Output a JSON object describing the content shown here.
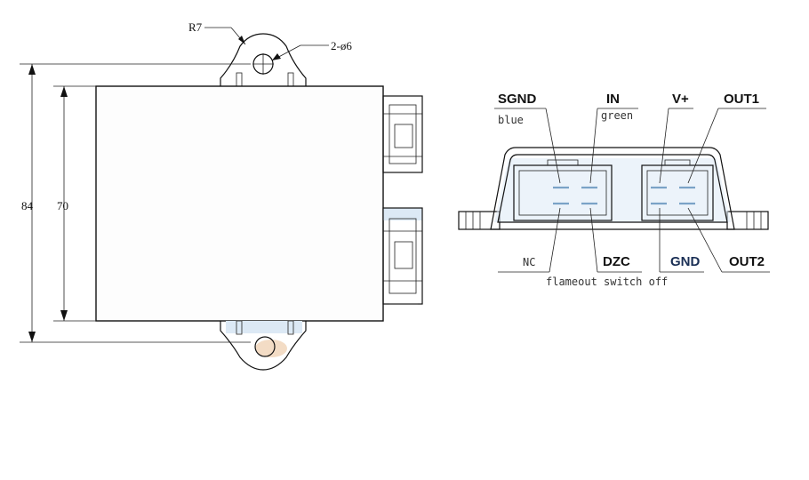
{
  "dimensions": {
    "radius": "R7",
    "holes": "2-ø6",
    "outer_height": "84",
    "inner_height": "70"
  },
  "connector": {
    "top_labels": {
      "sgnd": "SGND",
      "in": "IN",
      "vplus": "V+",
      "out1": "OUT1"
    },
    "wire_colors": {
      "blue": "blue",
      "green": "green"
    },
    "bottom_labels": {
      "nc": "NC",
      "dzc": "DZC",
      "gnd": "GND",
      "out2": "OUT2"
    },
    "note": "flameout switch off"
  },
  "colors": {
    "line": "#111111",
    "tint": "#dce9f5",
    "pin": "#7aa3c7"
  }
}
